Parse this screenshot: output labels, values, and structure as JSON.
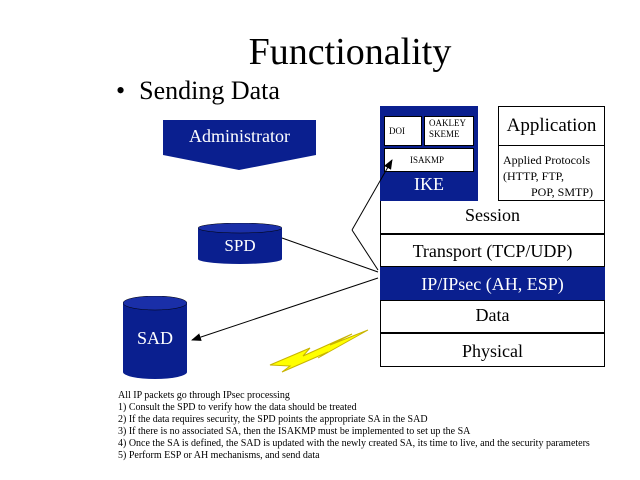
{
  "slide": {
    "title": "Functionality",
    "bullet": "Sending Data"
  },
  "left_components": {
    "administrator": "Administrator",
    "spd": "SPD",
    "sad": "SAD"
  },
  "ike": {
    "doi": "DOI",
    "oakley": "OAKLEY",
    "skeme": "SKEME",
    "isakmp": "ISAKMP",
    "label": "IKE"
  },
  "application": {
    "label": "Application",
    "protocols_line1": "Applied Protocols",
    "protocols_line2": "(HTTP, FTP,",
    "protocols_line3": "POP, SMTP)"
  },
  "stack": {
    "session": "Session",
    "transport": "Transport (TCP/UDP)",
    "ipsec": "IP/IPsec  (AH, ESP)",
    "data": "Data",
    "physical": "Physical"
  },
  "notes": [
    "All IP packets go through IPsec processing",
    "1)  Consult the SPD to verify how the data should be treated",
    "2)  If the data requires security, the SPD points the appropriate SA in the SAD",
    "3)  If there is no associated SA, then the ISAKMP must be implemented to set up the SA",
    "4)  Once the SA is defined, the SAD is updated with the newly created SA, its time to live, and the security parameters",
    "5)  Perform ESP or AH mechanisms, and send data"
  ],
  "colors": {
    "dark_blue": "#0a1f8f",
    "bolt_yellow": "#ffff00"
  }
}
